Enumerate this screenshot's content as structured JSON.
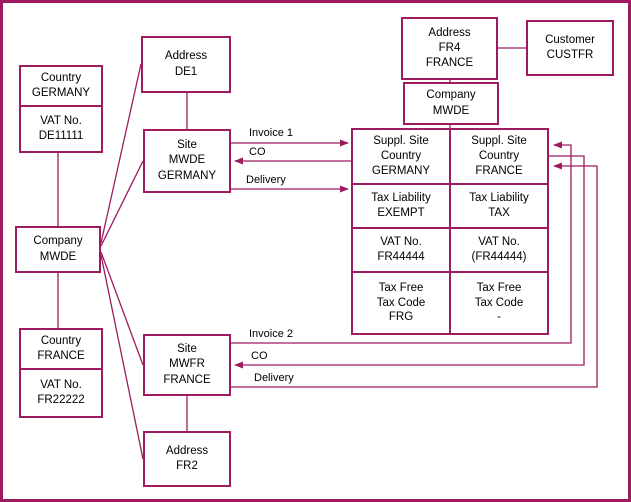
{
  "colors": {
    "accent": "#9e1b60",
    "background": "#ffffff",
    "text": "#000000"
  },
  "boxes": {
    "country_germany": "Country\nGERMANY",
    "vat_de": "VAT No.\nDE11111",
    "company_left": "Company\nMWDE",
    "country_france": "Country\nFRANCE",
    "vat_fr": "VAT No.\nFR22222",
    "address_de1": "Address\nDE1",
    "site_mwde": "Site\nMWDE\nGERMANY",
    "site_mwfr": "Site\nMWFR\nFRANCE",
    "address_fr2": "Address\nFR2",
    "address_fr4": "Address\nFR4\nFRANCE",
    "customer": "Customer\nCUSTFR",
    "company_right": "Company\nMWDE"
  },
  "supplier_table": {
    "germany": [
      "Suppl. Site\nCountry\nGERMANY",
      "Tax Liability\nEXEMPT",
      "VAT No.\nFR44444",
      "Tax Free\nTax Code\nFRG"
    ],
    "france": [
      "Suppl. Site\nCountry\nFRANCE",
      "Tax Liability\nTAX",
      "VAT No.\n(FR44444)",
      "Tax Free\nTax Code\n-"
    ]
  },
  "flow_labels": {
    "invoice1": "Invoice 1",
    "co_germany": "CO",
    "delivery_germany": "Delivery",
    "invoice2": "Invoice 2",
    "co_france": "CO",
    "delivery_france": "Delivery"
  }
}
